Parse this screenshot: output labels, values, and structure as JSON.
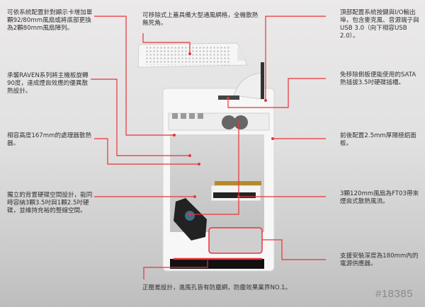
{
  "annotations": {
    "top_left": "可依系統配置針對顯示卡增加單顆92/80mm風扇或將底部更換為2顆80mm風扇陣列。",
    "top_center": "可移除式上蓋具備大型通風網格，全機散熱無死角。",
    "top_right": "頂部配置系統按鍵與I/O輸出埠，包含麥克風、音源端子與USB 3.0（向下相容USB 2.0）。",
    "left_motherboard": "承襲RAVEN系列將主機板旋轉90度，達成煙囪效應的優異散熱設計。",
    "right_sata": "免移除側板便能使用的SATA熱插拔3.5吋硬碟插槽。",
    "left_cpu": "相容高度167mm的處理器散熱器。",
    "right_panel": "前後配置2.5mm厚陽極鋁面板。",
    "left_hdd": "獨立的背置硬碟空間設計，能同時容納3顆3.5吋與1顆2.5吋硬碟，並維持充裕的整線空間。",
    "right_fans": "3顆120mm風扇為FT03帶來煙囪式散熱風流。",
    "right_psu": "支援安裝深度為180mm內的電源供應器。",
    "bottom": "正壓差設計，進風孔皆有防塵網，防塵效果業界NO.1。"
  },
  "watermark": "#18385",
  "colors": {
    "leader": "#e8333a",
    "text": "#333333"
  }
}
